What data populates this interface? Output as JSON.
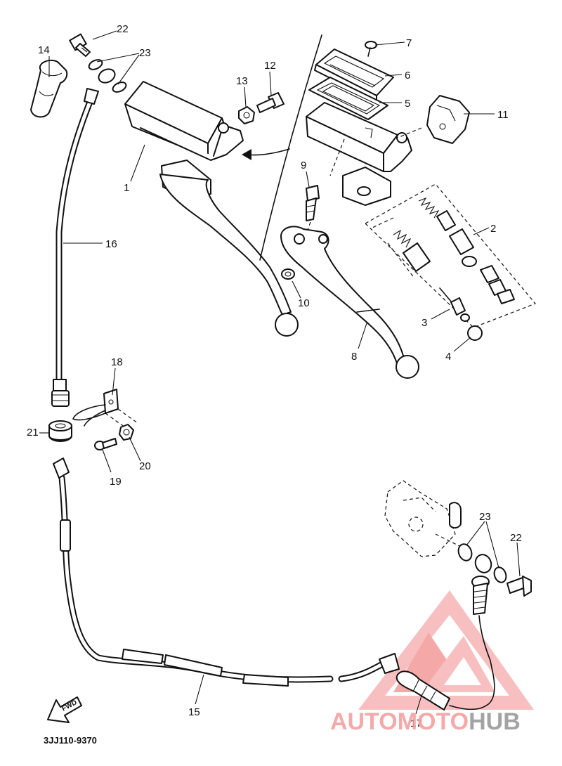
{
  "diagram_code": "3JJ110-9370",
  "fwd_label": "FWD",
  "labels": {
    "p1": "1",
    "p2": "2",
    "p3": "3",
    "p4": "4",
    "p5": "5",
    "p6": "6",
    "p7": "7",
    "p8": "8",
    "p9": "9",
    "p10": "10",
    "p11": "11",
    "p12": "12",
    "p13": "13",
    "p14": "14",
    "p15": "15",
    "p16": "16",
    "p17": "17",
    "p18": "18",
    "p19": "19",
    "p20": "20",
    "p21": "21",
    "p22_top": "22",
    "p22_bottom": "22",
    "p23_top": "23",
    "p23_bottom": "23"
  },
  "watermark": {
    "part1": "AUTO",
    "part2": "MOTO",
    "part3": "HUB",
    "color_primary": "#f4a0a0",
    "color_secondary": "#9a9a9a"
  }
}
